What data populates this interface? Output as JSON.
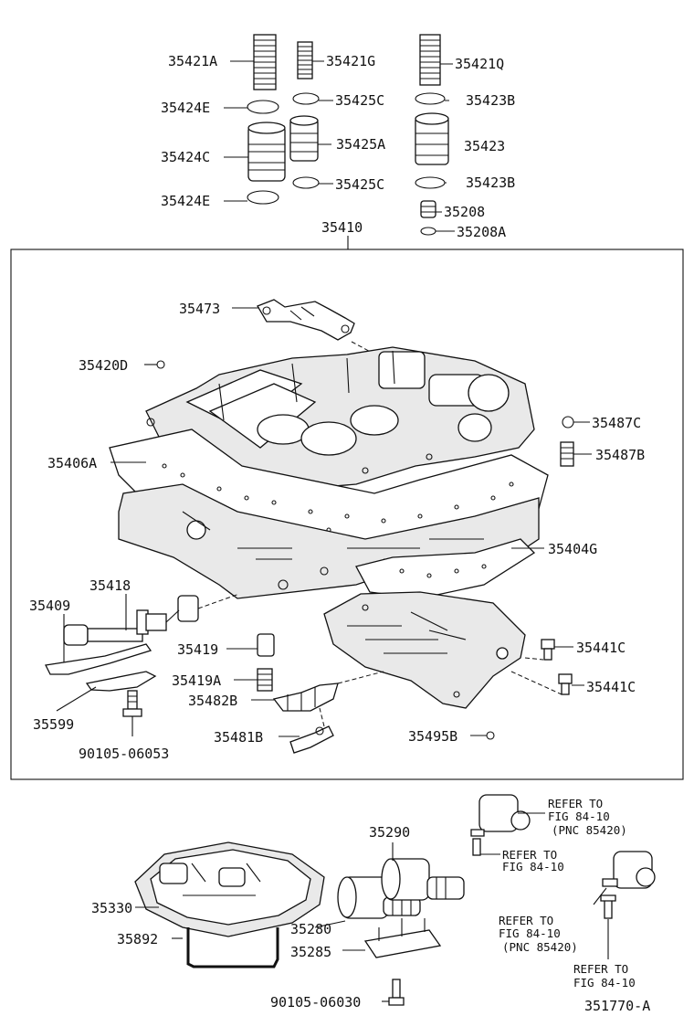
{
  "labels": {
    "l35421A": "35421A",
    "l35421G": "35421G",
    "l35421Q": "35421Q",
    "l35424E_1": "35424E",
    "l35425C_1": "35425C",
    "l35423B_1": "35423B",
    "l35424C": "35424C",
    "l35425A": "35425A",
    "l35423": "35423",
    "l35424E_2": "35424E",
    "l35425C_2": "35425C",
    "l35423B_2": "35423B",
    "l35208": "35208",
    "l35208A": "35208A",
    "l35410": "35410",
    "l35473": "35473",
    "l35420D": "35420D",
    "l35487C": "35487C",
    "l35487B": "35487B",
    "l35406A": "35406A",
    "l35404G": "35404G",
    "l35418": "35418",
    "l35409": "35409",
    "l35419": "35419",
    "l35441C_1": "35441C",
    "l35441C_2": "35441C",
    "l35419A": "35419A",
    "l35482B": "35482B",
    "l35599": "35599",
    "l35481B": "35481B",
    "l35495B": "35495B",
    "l90105_06053": "90105-06053",
    "l35290": "35290",
    "l35330": "35330",
    "l35280": "35280",
    "l35892": "35892",
    "l35285": "35285",
    "l90105_06030": "90105-06030",
    "fig_id": "351770-A"
  },
  "refs": {
    "r1_a": "REFER TO",
    "r1_b": "FIG 84-10",
    "r1_c": "(PNC 85420)",
    "r2_a": "REFER TO",
    "r2_b": "FIG 84-10",
    "r3_a": "REFER TO",
    "r3_b": "FIG 84-10",
    "r3_c": "(PNC 85420)",
    "r4_a": "REFER TO",
    "r4_b": "FIG 84-10"
  }
}
